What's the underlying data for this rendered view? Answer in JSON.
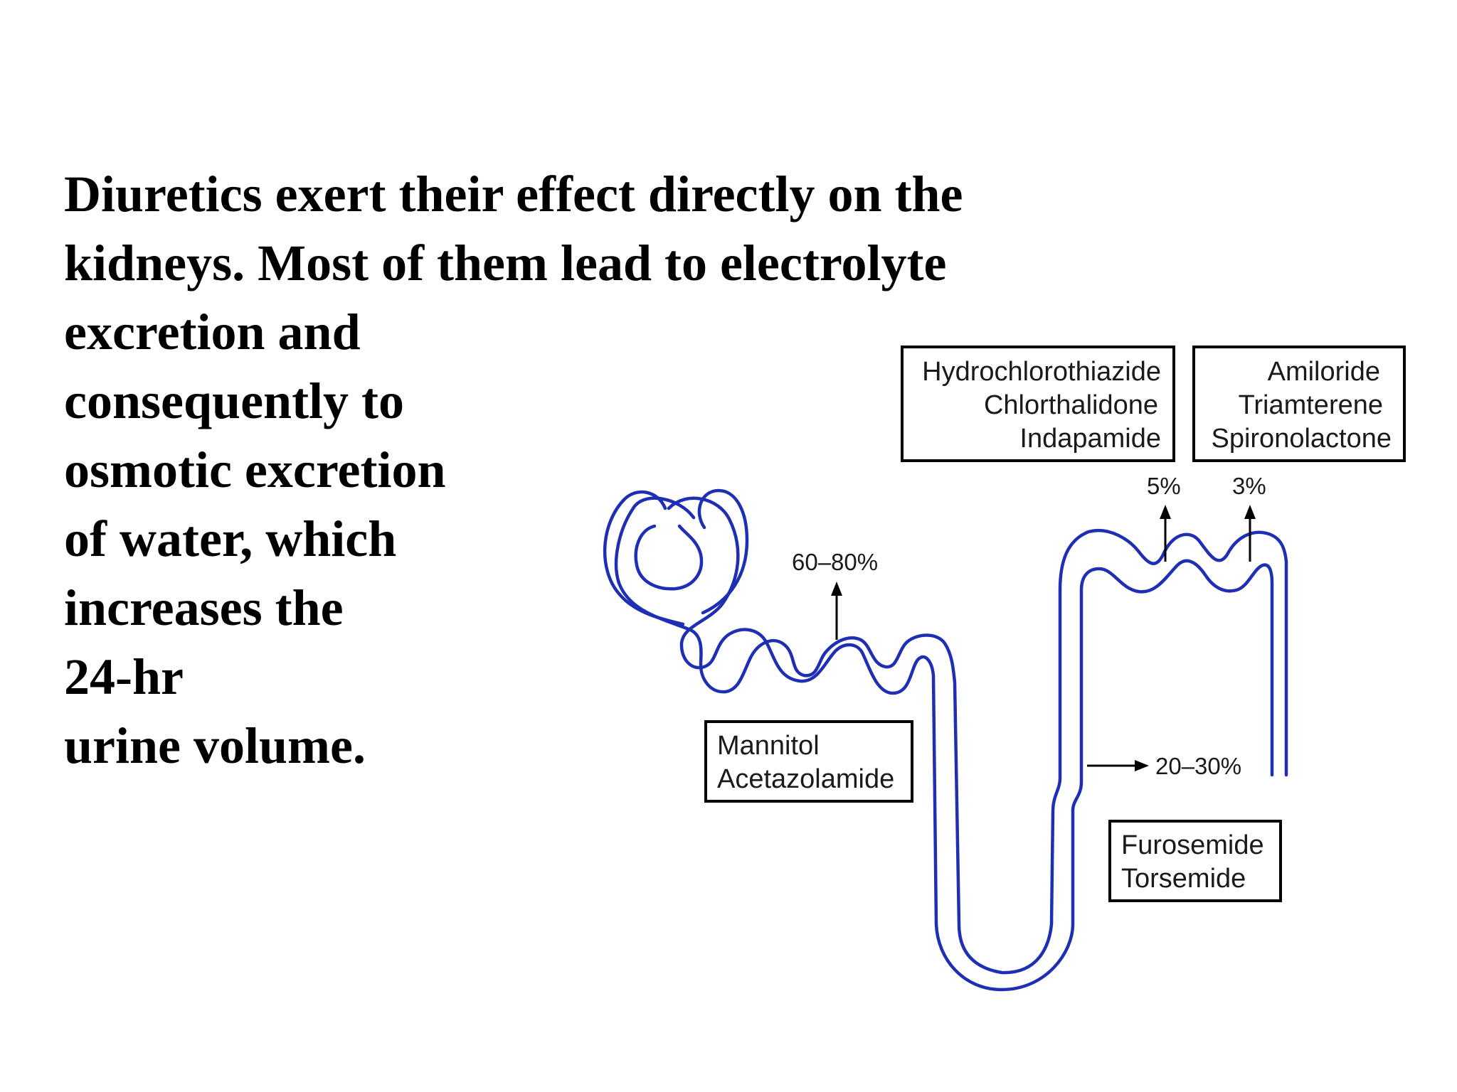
{
  "slide": {
    "lines": [
      "Diuretics exert their effect directly on the",
      "kidneys. Most of them lead to electrolyte",
      "excretion and",
      "consequently to",
      "osmotic excretion",
      "of water, which",
      "increases the",
      "24-hr",
      "urine volume."
    ]
  },
  "diagram": {
    "colors": {
      "nephron": "#1f2fb4",
      "text": "#1a1a1a",
      "box_border": "#000000"
    },
    "proximal_tubule": {
      "percent": "60–80%",
      "drugs": [
        "Mannitol",
        "Acetazolamide"
      ]
    },
    "loop_of_henle": {
      "percent": "20–30%",
      "drugs": [
        "Furosemide",
        "Torsemide"
      ]
    },
    "distal_tubule": {
      "percent": "5%",
      "drugs": [
        "Hydrochlorothiazide",
        "Chlorthalidone",
        "Indapamide"
      ]
    },
    "collecting_duct": {
      "percent": "3%",
      "drugs": [
        "Amiloride",
        "Triamterene",
        "Spironolactone"
      ]
    }
  }
}
